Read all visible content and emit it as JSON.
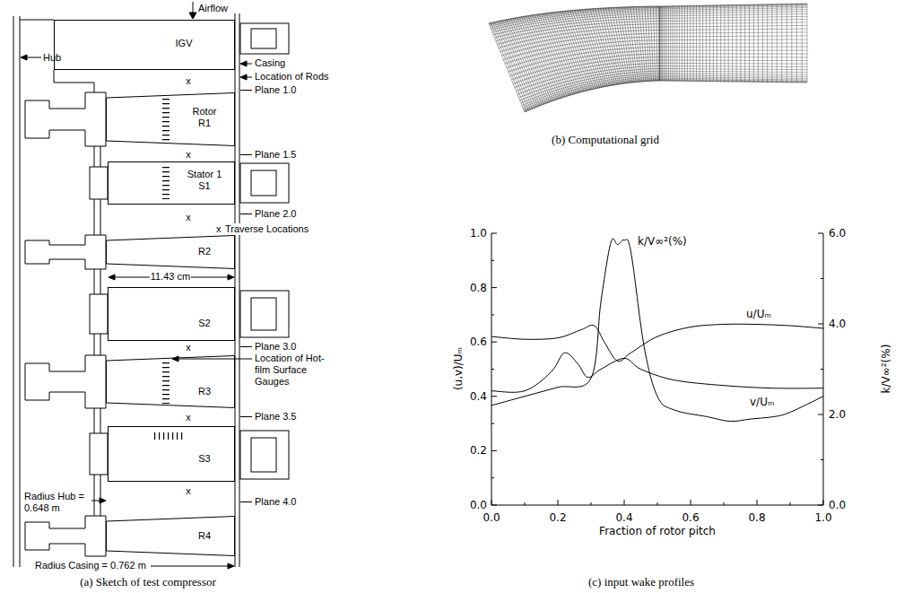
{
  "diagram": {
    "nodes": [
      {
        "text": [
          "IGV"
        ]
      },
      {
        "text": [
          "Rotor R1"
        ]
      },
      {
        "text": [
          "Stator 1 S1"
        ]
      },
      {
        "text": [
          "R2"
        ]
      },
      {
        "text": [
          "S2"
        ]
      },
      {
        "text": [
          "R3"
        ]
      },
      {
        "text": [
          "S3"
        ]
      },
      {
        "text": [
          "R4"
        ]
      }
    ],
    "labels": [
      "Airflow",
      "Hub",
      "Casing",
      "Location of Rods",
      "Plane 1.0",
      "x",
      "x",
      "Plane 1.5",
      "Plane 2.0",
      "x",
      "x",
      "Traverse Locations",
      "11.43 cm",
      "Plane 3.0",
      "x",
      "Location of Hot-film Surface Gauges",
      "Plane 3.5",
      "x",
      "x",
      "Plane 4.0",
      "Radius Hub = 0.648 m",
      "Radius Casing = 0.762 m",
      "(a) Sketch of test compressor",
      "(b) Computational grid",
      "0.0",
      "0.2",
      "0.4",
      "0.6",
      "0.8",
      "1.0",
      "0.0",
      "0.2",
      "0.4",
      "0.6",
      "0.8",
      "1.0",
      "0.0",
      "2.0",
      "4.0",
      "6.0",
      "(u,v)/Uₘ",
      "k/V∞²(%)",
      "u/Uₘ",
      "v/Uₘ",
      "k/V∞²(%)",
      "Fraction of rotor pitch",
      "(c) input wake profiles"
    ]
  }
}
